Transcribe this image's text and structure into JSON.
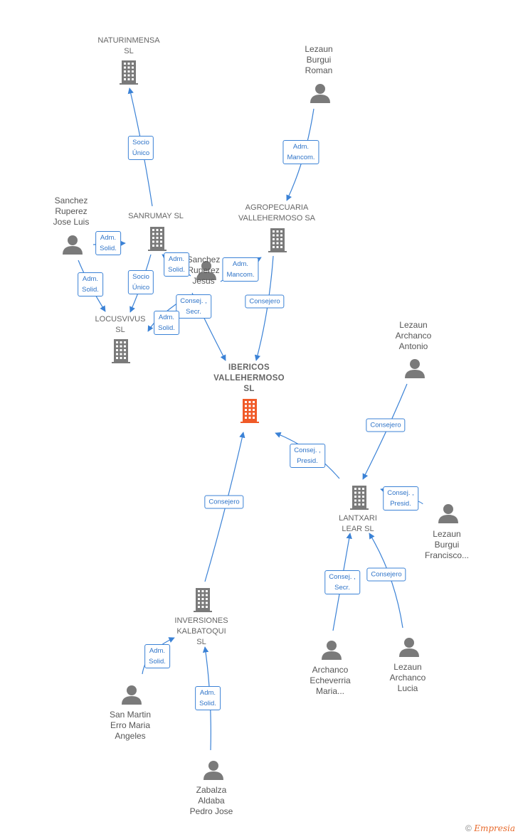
{
  "colors": {
    "edge": "#3b82d6",
    "node": "#7a7a7a",
    "focus": "#f05a28"
  },
  "nodes": [
    {
      "id": "naturinmensa",
      "kind": "company",
      "label": "NATURINMENSA\nSL",
      "icon": "building-icon"
    },
    {
      "id": "lezaun_roman",
      "kind": "person",
      "label": "Lezaun\nBurgui\nRoman",
      "icon": "person-icon"
    },
    {
      "id": "sanrumay",
      "kind": "company",
      "label": "SANRUMAY  SL",
      "icon": "building-icon"
    },
    {
      "id": "agropecuaria",
      "kind": "company",
      "label": "AGROPECUARIA\nVALLEHERMOSO SA",
      "icon": "building-icon"
    },
    {
      "id": "sanchez_jose_luis",
      "kind": "person",
      "label": "Sanchez\nRuperez\nJose Luis",
      "icon": "person-icon"
    },
    {
      "id": "sanchez_jesus",
      "kind": "person",
      "label": "Sanchez\nRuperez\nJesus",
      "icon": "person-icon"
    },
    {
      "id": "locusvivus",
      "kind": "company",
      "label": "LOCUSVIVUS\nSL",
      "icon": "building-icon"
    },
    {
      "id": "ibericos",
      "kind": "focus",
      "label": "IBERICOS\nVALLEHERMOSO\nSL",
      "icon": "building-icon"
    },
    {
      "id": "lezaun_antonio",
      "kind": "person",
      "label": "Lezaun\nArchanco\nAntonio",
      "icon": "person-icon"
    },
    {
      "id": "lantxari",
      "kind": "company",
      "label": "LANTXARI\nLEAR  SL",
      "icon": "building-icon"
    },
    {
      "id": "lezaun_francisco",
      "kind": "person",
      "label": "Lezaun\nBurgui\nFrancisco...",
      "icon": "person-icon"
    },
    {
      "id": "inversiones",
      "kind": "company",
      "label": "INVERSIONES\nKALBATOQUI\nSL",
      "icon": "building-icon"
    },
    {
      "id": "archanco_maria",
      "kind": "person",
      "label": "Archanco\nEcheverria\nMaria...",
      "icon": "person-icon"
    },
    {
      "id": "lezaun_lucia",
      "kind": "person",
      "label": "Lezaun\nArchanco\nLucia",
      "icon": "person-icon"
    },
    {
      "id": "sanmartin",
      "kind": "person",
      "label": "San Martin\nErro Maria\nAngeles",
      "icon": "person-icon"
    },
    {
      "id": "zabalza",
      "kind": "person",
      "label": "Zabalza\nAldaba\nPedro Jose",
      "icon": "person-icon"
    }
  ],
  "edges": [
    {
      "from": "sanrumay",
      "to": "naturinmensa",
      "label": "Socio\nÚnico"
    },
    {
      "from": "lezaun_roman",
      "to": "agropecuaria",
      "label": "Adm.\nMancom."
    },
    {
      "from": "sanchez_jose_luis",
      "to": "sanrumay",
      "label": "Adm.\nSolid."
    },
    {
      "from": "sanchez_jose_luis",
      "to": "locusvivus",
      "label": "Adm.\nSolid."
    },
    {
      "from": "sanrumay",
      "to": "locusvivus",
      "label": "Socio\nÚnico"
    },
    {
      "from": "sanchez_jesus",
      "to": "sanrumay",
      "label": "Adm.\nSolid."
    },
    {
      "from": "sanchez_jesus",
      "to": "agropecuaria",
      "label": "Adm.\nMancom."
    },
    {
      "from": "sanchez_jesus",
      "to": "ibericos",
      "label": "Consej. ,\nSecr."
    },
    {
      "from": "sanchez_jesus",
      "to": "locusvivus",
      "label": "Adm.\nSolid."
    },
    {
      "from": "agropecuaria",
      "to": "ibericos",
      "label": "Consejero"
    },
    {
      "from": "lezaun_antonio",
      "to": "lantxari",
      "label": "Consejero"
    },
    {
      "from": "lantxari",
      "to": "ibericos",
      "label": "Consej. ,\nPresid."
    },
    {
      "from": "lezaun_francisco",
      "to": "lantxari",
      "label": "Consej. ,\nPresid."
    },
    {
      "from": "inversiones",
      "to": "ibericos",
      "label": "Consejero"
    },
    {
      "from": "archanco_maria",
      "to": "lantxari",
      "label": "Consej. ,\nSecr."
    },
    {
      "from": "lezaun_lucia",
      "to": "lantxari",
      "label": "Consejero"
    },
    {
      "from": "sanmartin",
      "to": "inversiones",
      "label": "Adm.\nSolid."
    },
    {
      "from": "zabalza",
      "to": "inversiones",
      "label": "Adm.\nSolid."
    }
  ],
  "footer": {
    "copyright": "©",
    "brand": "Empresia"
  }
}
